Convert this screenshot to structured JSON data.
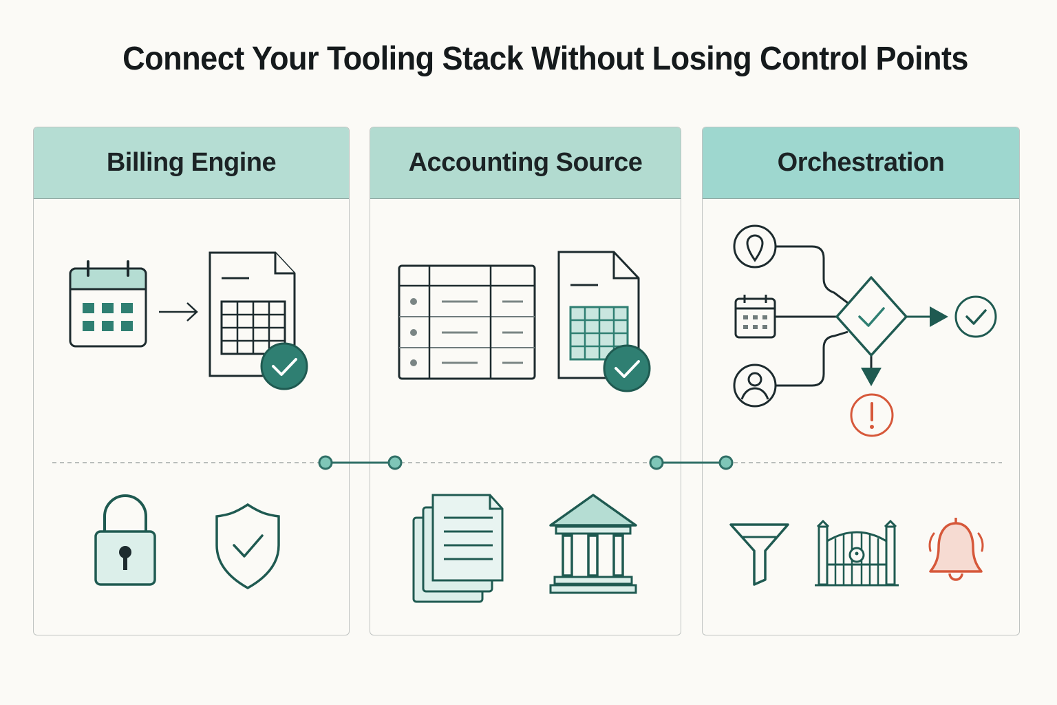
{
  "title": "Connect Your Tooling Stack Without Losing Control Points",
  "colors": {
    "teal_dark": "#2f7f72",
    "teal_stroke": "#1f5a51",
    "ink": "#1d2b2e",
    "teal_light": "#dcefea",
    "alert_orange": "#d6583a"
  },
  "panels": [
    {
      "heading": "Billing Engine",
      "top_icons": [
        "calendar-icon",
        "arrow-right-icon",
        "spreadsheet-document-icon",
        "check-badge-icon"
      ],
      "bottom_icons": [
        "padlock-icon",
        "shield-check-icon"
      ]
    },
    {
      "heading": "Accounting Source",
      "top_icons": [
        "ledger-table-icon",
        "spreadsheet-document-icon",
        "check-badge-icon"
      ],
      "bottom_icons": [
        "document-stack-icon",
        "bank-building-icon"
      ]
    },
    {
      "heading": "Orchestration",
      "top_icons": [
        "location-pin-icon",
        "calendar-icon",
        "user-icon",
        "decision-diamond-icon",
        "check-circle-icon",
        "alert-icon"
      ],
      "bottom_icons": [
        "filter-funnel-icon",
        "gate-icon",
        "bell-icon"
      ]
    }
  ],
  "connectors": [
    "billing-to-accounting-connector",
    "accounting-to-orchestration-connector"
  ]
}
